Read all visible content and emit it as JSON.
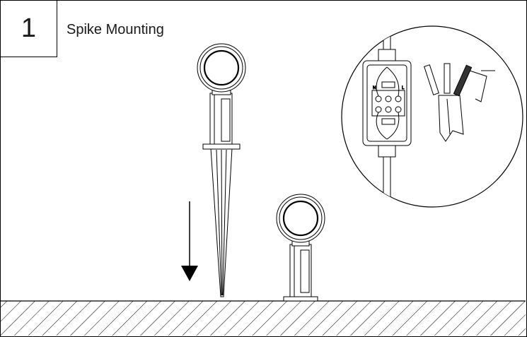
{
  "step": {
    "number": "1",
    "title": "Spike Mounting"
  },
  "detail": {
    "neutral_label": "N",
    "live_label": "L"
  }
}
